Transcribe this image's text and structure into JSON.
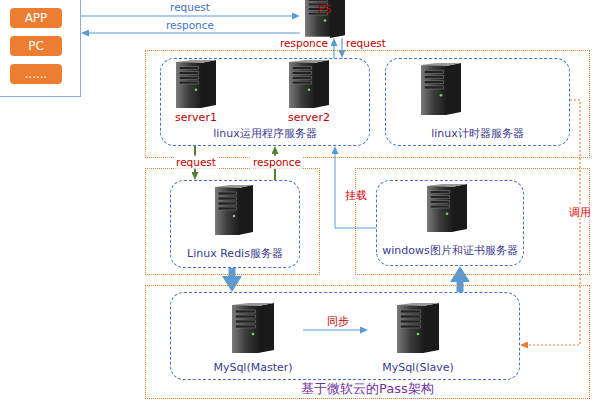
{
  "diagram": {
    "nodes": [
      {
        "text": []
      },
      {
        "text": [
          "APP"
        ],
        "in": 0
      },
      {
        "text": [
          "PC"
        ],
        "in": 0
      },
      {
        "text": [
          "......"
        ],
        "in": 0
      },
      {
        "text": [
          "F5"
        ]
      },
      {
        "text": []
      },
      {
        "text": [
          "linux运用程序服务器"
        ],
        "in": 5
      },
      {
        "text": [
          "server1"
        ],
        "in": 6
      },
      {
        "text": [
          "server2"
        ],
        "in": 6
      },
      {
        "text": [
          "linux计时器服务器"
        ],
        "in": 5
      },
      {
        "text": []
      },
      {
        "text": [
          "Linux Redis服务器"
        ],
        "in": 10
      },
      {
        "text": []
      },
      {
        "text": [
          "windows图片和证书服务器"
        ],
        "in": 12
      },
      {
        "text": [
          "基于微软云的Pass架构"
        ]
      },
      {
        "text": [],
        "in": 14
      },
      {
        "text": [
          "MySql(Master)"
        ],
        "in": 15
      },
      {
        "text": [
          "MySql(Slave)"
        ],
        "in": 15
      }
    ],
    "edges": [
      {
        "from": 0,
        "to": 4,
        "label": "request",
        "arrow": "to"
      },
      {
        "from": 4,
        "to": 0,
        "label": "responce",
        "arrow": "to"
      },
      {
        "from": 6,
        "to": 4,
        "label": "responce",
        "arrow": "to"
      },
      {
        "from": 4,
        "to": 6,
        "label": "request",
        "arrow": "to"
      },
      {
        "from": 6,
        "to": 11,
        "label": "request",
        "arrow": "to"
      },
      {
        "from": 11,
        "to": 6,
        "label": "responce",
        "arrow": "to"
      },
      {
        "from": 13,
        "to": 6,
        "label": "挂载",
        "arrow": "to"
      },
      {
        "from": 11,
        "to": 15,
        "arrow": "to"
      },
      {
        "from": 15,
        "to": 13,
        "arrow": "to"
      },
      {
        "from": 16,
        "to": 17,
        "label": "同步",
        "arrow": "to"
      },
      {
        "from": 9,
        "to": 15,
        "label": "调用",
        "arrow": "to"
      }
    ]
  }
}
